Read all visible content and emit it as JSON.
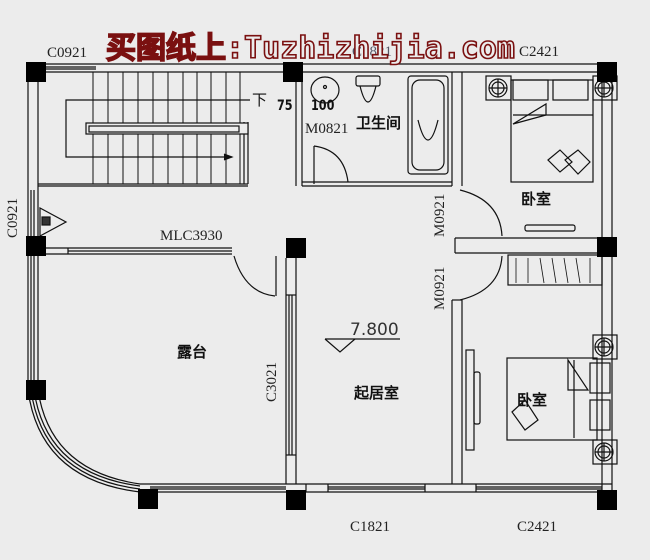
{
  "watermark": {
    "text": "买图纸上:Tuzhizhijia.com",
    "color": "#7a1010"
  },
  "colors": {
    "background": "#ececec",
    "wall": "#111111",
    "column": "#000000"
  },
  "rooms": {
    "terrace": "露台",
    "living_room": "起居室",
    "bathroom": "卫生间",
    "bedroom_top": "卧室",
    "bedroom_bottom": "卧室"
  },
  "windows": {
    "stair_top": "C0921",
    "left_side": "C0921",
    "bathroom_top": "C1821",
    "bedroom_top": "C2421",
    "living_bottom": "C1821",
    "bedroom_bottom": "C2421",
    "living_left": "C3021"
  },
  "doors": {
    "bathroom": "M0821",
    "bedroom_top": "M0921",
    "bedroom_bottom": "M0921",
    "terrace_slider": "MLC3930"
  },
  "annotations": {
    "stair_down": "下",
    "dim_75": "75",
    "dim_100": "100",
    "elevation": "7.800"
  }
}
